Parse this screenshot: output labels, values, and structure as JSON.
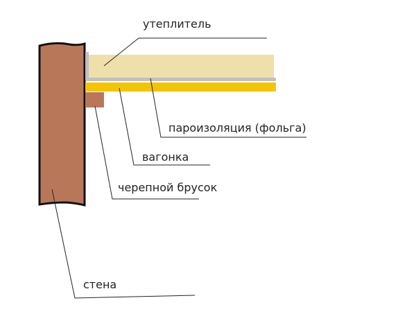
{
  "labels": {
    "insulation": "утеплитель",
    "vapor_barrier": "пароизоляция (фольга)",
    "lining": "вагонка",
    "cranial_bar": "черепной брусок",
    "wall": "стена"
  },
  "colors": {
    "wall": "#b9775a",
    "insulation": "#eee0ab",
    "foil": "#c0c0c0",
    "lining": "#f5c400",
    "bar": "#b9775a"
  }
}
